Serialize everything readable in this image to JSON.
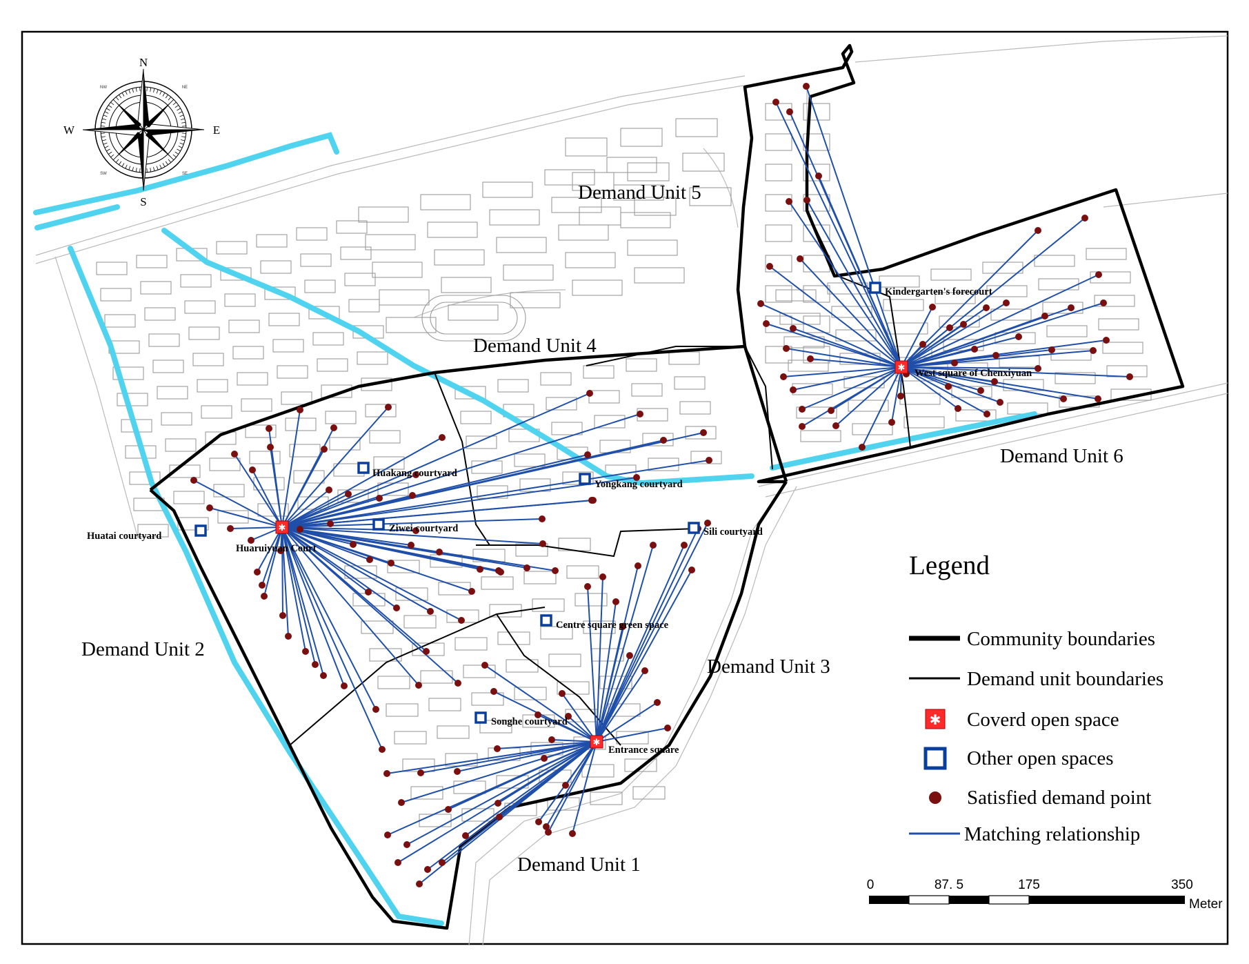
{
  "compass": {
    "north": "N",
    "south": "S",
    "east": "E",
    "west": "W",
    "northwest": "NW",
    "northeast": "NE",
    "southwest": "SW",
    "southeast": "SE"
  },
  "demand_units": [
    {
      "id": "u1",
      "label": "Demand Unit 1"
    },
    {
      "id": "u2",
      "label": "Demand Unit 2"
    },
    {
      "id": "u3",
      "label": "Demand Unit 3"
    },
    {
      "id": "u4",
      "label": "Demand Unit 4"
    },
    {
      "id": "u5",
      "label": "Demand Unit 5"
    },
    {
      "id": "u6",
      "label": "Demand Unit 6"
    }
  ],
  "covered_spaces": [
    {
      "id": "huaruiyuan",
      "label": "Huaruiyuan Court"
    },
    {
      "id": "entrance",
      "label": "Entrance square"
    },
    {
      "id": "chenxiyuan",
      "label": "West square of Chenxiyuan"
    }
  ],
  "other_spaces": [
    {
      "id": "huatai",
      "label": "Huatai courtyard"
    },
    {
      "id": "huakang",
      "label": "Huakang courtyard"
    },
    {
      "id": "ziwei",
      "label": "Ziwei courtyard"
    },
    {
      "id": "yongkang",
      "label": "Yongkang courtyard"
    },
    {
      "id": "sili",
      "label": "Sili courtyard"
    },
    {
      "id": "centre",
      "label": "Centre square green space"
    },
    {
      "id": "songhe",
      "label": "Songhe courtyard"
    },
    {
      "id": "kindergarten",
      "label": "Kindergarten's forecourt"
    }
  ],
  "legend": {
    "title": "Legend",
    "items": [
      {
        "kind": "community-boundary",
        "label": "Community boundaries"
      },
      {
        "kind": "unit-boundary",
        "label": "Demand unit boundaries"
      },
      {
        "kind": "covered-space",
        "label": "Coverd open space"
      },
      {
        "kind": "other-space",
        "label": "Other open spaces"
      },
      {
        "kind": "demand-point",
        "label": "Satisfied demand point"
      },
      {
        "kind": "matching-line",
        "label": "Matching relationship"
      }
    ]
  },
  "scale_bar": {
    "ticks": [
      "0",
      "87. 5",
      "175",
      "350"
    ],
    "unit": "Meter"
  },
  "colors": {
    "community_boundary": "#000000",
    "unit_boundary": "#000000",
    "covered_space": "#ff2a2a",
    "other_space": "#0a3e9e",
    "demand_point": "#7a0f0f",
    "matching_line": "#1f4fa8",
    "water": "#4fd3ee",
    "building": "#9a9a9a"
  },
  "matching": {
    "huaruiyuan_count": 62,
    "entrance_count": 41,
    "chenxiyuan_count": 52
  }
}
